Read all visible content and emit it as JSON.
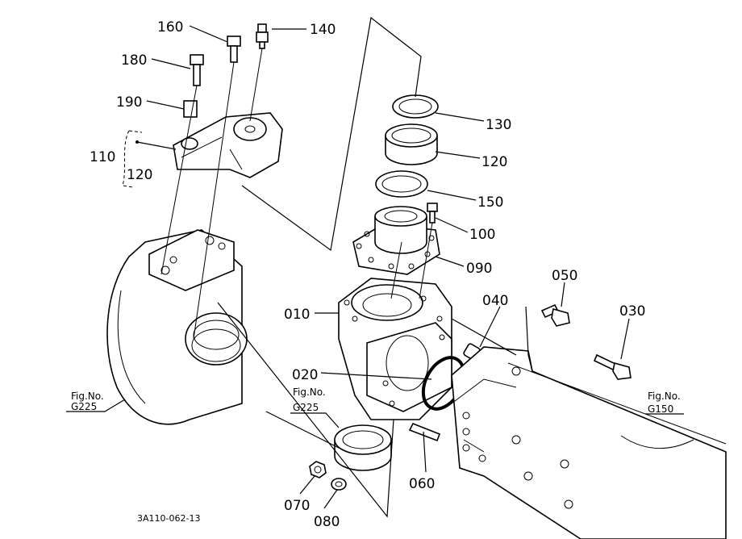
{
  "part_numbers": {
    "p160": "160",
    "p140": "140",
    "p180": "180",
    "p190": "190",
    "p110": "110",
    "p120a": "120",
    "p130": "130",
    "p120b": "120",
    "p150": "150",
    "p100": "100",
    "p090": "090",
    "p050": "050",
    "p030": "030",
    "p040": "040",
    "p010": "010",
    "p020": "020",
    "p060": "060",
    "p070": "070",
    "p080": "080"
  },
  "figure_refs": {
    "left_label": "Fig.No.",
    "left_code": "G225",
    "center_label": "Fig.No.",
    "center_code": "G225",
    "right_label": "Fig.No.",
    "right_code": "G150"
  },
  "drawing_code": "3A110-062-13"
}
